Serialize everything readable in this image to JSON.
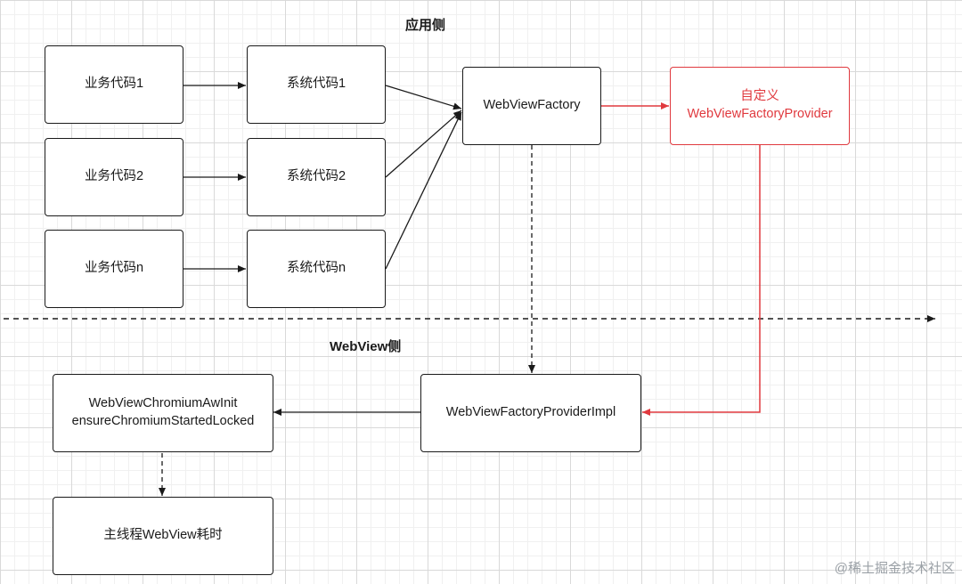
{
  "labels": {
    "app_side": "应用侧",
    "webview_side": "WebView侧"
  },
  "boxes": {
    "biz1": "业务代码1",
    "biz2": "业务代码2",
    "bizn": "业务代码n",
    "sys1": "系统代码1",
    "sys2": "系统代码2",
    "sysn": "系统代码n",
    "factory": "WebViewFactory",
    "custom_provider": {
      "line1": "自定义",
      "line2": "WebViewFactoryProvider"
    },
    "provider_impl": "WebViewFactoryProviderImpl",
    "chromium_init": {
      "line1": "WebViewChromiumAwInit",
      "line2": "ensureChromiumStartedLocked"
    },
    "main_thread": "主线程WebView耗时"
  },
  "watermark": "@稀土掘金技术社区",
  "colors": {
    "stroke": "#1a1a1a",
    "highlight": "#e0393e"
  }
}
